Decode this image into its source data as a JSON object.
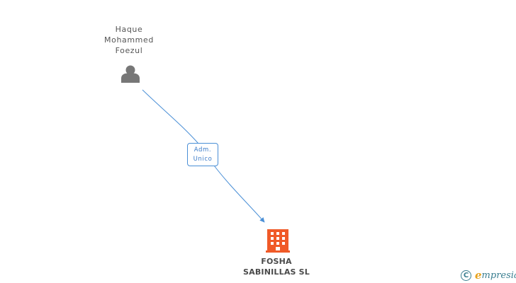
{
  "person": {
    "name_lines": [
      "Haque",
      "Mohammed",
      "Foezul"
    ],
    "icon": "person-icon"
  },
  "relation": {
    "lines": [
      "Adm.",
      "Unico"
    ]
  },
  "company": {
    "name_lines": [
      "FOSHA",
      "SABINILLAS SL"
    ],
    "icon": "building-icon"
  },
  "brand": {
    "copyright_symbol": "C",
    "initial": "e",
    "rest": "mpresia"
  },
  "colors": {
    "person_icon": "#777777",
    "edge": "#4a8fd6",
    "company_icon": "#f05a28",
    "brand": "#3a7e90",
    "brand_accent": "#e8a21c"
  }
}
